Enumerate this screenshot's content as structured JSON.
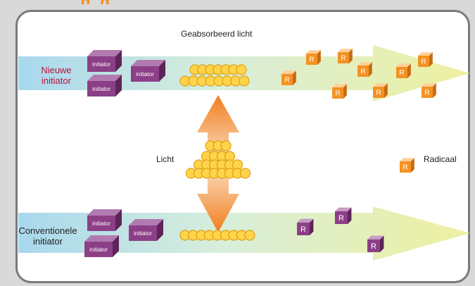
{
  "heading_fragment": "g g",
  "labels": {
    "absorbed_light": "Geabsorbeerd licht",
    "new_initiator": "Nieuwe initiator",
    "conventional_initiator": "Conventionele initiator",
    "light": "Licht",
    "radical": "Radicaal"
  },
  "initiator_text": "initiator",
  "radical_letter": "R",
  "colors": {
    "accent_red": "#b8123e",
    "arrow_light_blue": "#bfe3ef",
    "arrow_yellow": "#eef0a8",
    "initiator_purple": "#8c3f87",
    "radical_orange": "#f39224",
    "radical_purple": "#8c3f87",
    "photon_yellow": "#ffd44a",
    "frame_border": "#7a7a7a"
  }
}
